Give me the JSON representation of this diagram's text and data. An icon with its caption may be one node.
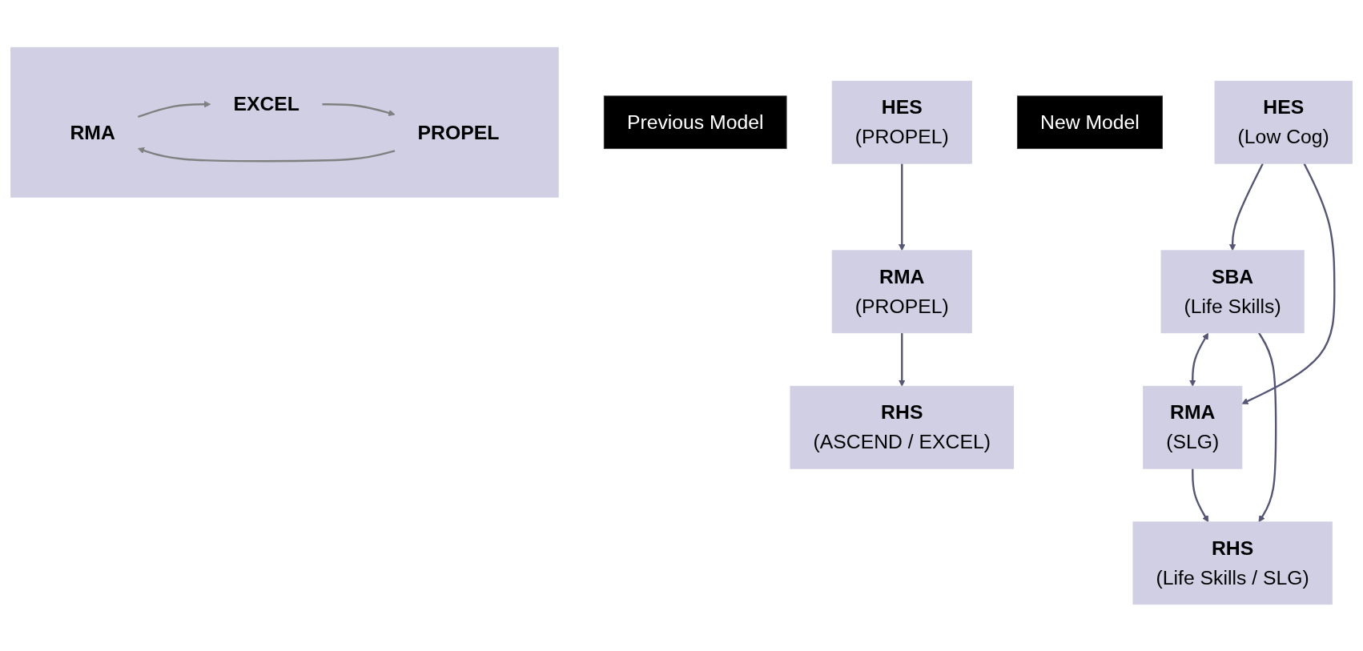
{
  "diagram": {
    "nodes": [
      {
        "text": [
          "Previous Model"
        ]
      },
      {
        "text": [
          "HES",
          "(Low Cog)"
        ]
      },
      {
        "text": [
          "SBA",
          "(Life Skills)"
        ]
      },
      {
        "text": [
          "RMA",
          "(SLG)"
        ]
      },
      {
        "text": [
          "RHS",
          "(Life Skills / SLG)"
        ]
      },
      {
        "text": [
          "New Model"
        ]
      },
      {
        "text": [
          "HES",
          "(PROPEL)"
        ]
      },
      {
        "text": [
          "RMA",
          "(PROPEL)"
        ]
      },
      {
        "text": [
          "RHS",
          "(ASCEND / EXCEL)"
        ]
      },
      {
        "text": [],
        "shape": "house"
      },
      {
        "text": [
          "RMA"
        ],
        "in": 9
      },
      {
        "text": [
          "EXCEL"
        ],
        "in": 9
      },
      {
        "text": [
          "PROPEL"
        ],
        "in": 9
      }
    ],
    "edges": [
      {
        "from": 1,
        "to": 2,
        "arrow": "to"
      },
      {
        "from": 1,
        "to": 3,
        "arrow": "to"
      },
      {
        "from": 2,
        "to": 3,
        "arrow": "both"
      },
      {
        "from": 2,
        "to": 4,
        "arrow": "to"
      },
      {
        "from": 3,
        "to": 4,
        "arrow": "to"
      },
      {
        "from": 6,
        "to": 7,
        "arrow": "to"
      },
      {
        "from": 7,
        "to": 8,
        "arrow": "to"
      },
      {
        "from": 10,
        "to": 11,
        "arrow": "to",
        "color": "#808080"
      },
      {
        "from": 11,
        "to": 12,
        "arrow": "to",
        "color": "#808080"
      },
      {
        "from": 12,
        "to": 10,
        "arrow": "to",
        "color": "#808080"
      }
    ]
  }
}
